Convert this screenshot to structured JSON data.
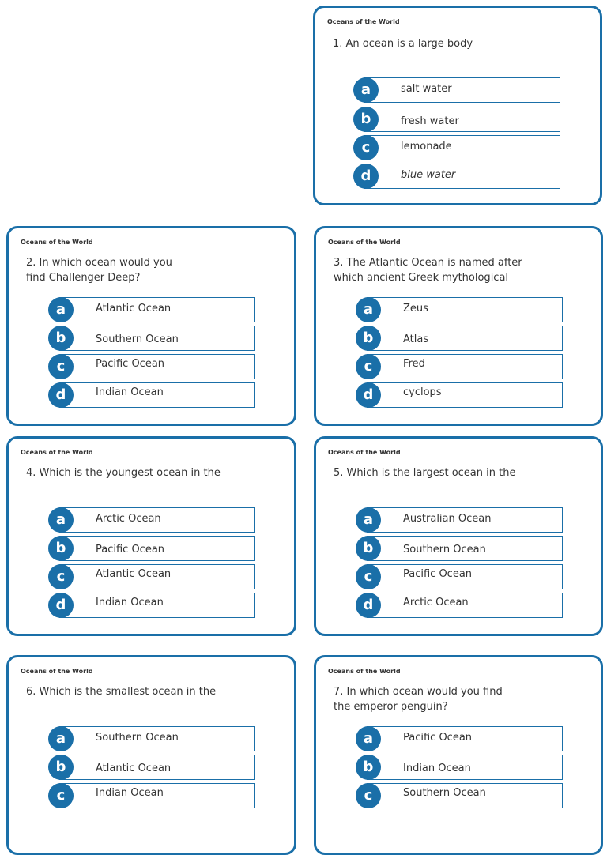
{
  "cards": [
    {
      "header": "Oceans of the World",
      "question": "1. An ocean is a large body",
      "answers": [
        {
          "letter": "a",
          "text": "salt water"
        },
        {
          "letter": "b",
          "text": "fresh water"
        },
        {
          "letter": "c",
          "text": "lemonade"
        },
        {
          "letter": "d",
          "text": "blue water"
        }
      ]
    },
    {
      "header": "Oceans of the World",
      "question": "2. In which ocean would you\n  find Challenger Deep?",
      "answers": [
        {
          "letter": "a",
          "text": "Atlantic Ocean"
        },
        {
          "letter": "b",
          "text": "Southern Ocean"
        },
        {
          "letter": "c",
          "text": "Pacific Ocean"
        },
        {
          "letter": "d",
          "text": "Indian Ocean"
        }
      ]
    },
    {
      "header": "Oceans of the World",
      "question": "3. The Atlantic Ocean is named after\n  which ancient Greek mythological",
      "answers": [
        {
          "letter": "a",
          "text": "Zeus"
        },
        {
          "letter": "b",
          "text": "Atlas"
        },
        {
          "letter": "c",
          "text": "Fred"
        },
        {
          "letter": "d",
          "text": "cyclops"
        }
      ]
    },
    {
      "header": "Oceans of the World",
      "question": "4. Which is the youngest ocean in the",
      "answers": [
        {
          "letter": "a",
          "text": "Arctic Ocean"
        },
        {
          "letter": "b",
          "text": "Pacific Ocean"
        },
        {
          "letter": "c",
          "text": "Atlantic Ocean"
        },
        {
          "letter": "d",
          "text": "Indian Ocean"
        }
      ]
    },
    {
      "header": "Oceans of the World",
      "question": "5. Which is the largest ocean in the",
      "answers": [
        {
          "letter": "a",
          "text": "Australian Ocean"
        },
        {
          "letter": "b",
          "text": "Southern Ocean"
        },
        {
          "letter": "c",
          "text": "Pacific Ocean"
        },
        {
          "letter": "d",
          "text": "Arctic Ocean"
        }
      ]
    },
    {
      "header": "Oceans of the World",
      "question": "6. Which is the smallest ocean in the",
      "answers": [
        {
          "letter": "a",
          "text": "Southern Ocean"
        },
        {
          "letter": "b",
          "text": "Atlantic Ocean"
        },
        {
          "letter": "c",
          "text": "Indian Ocean"
        }
      ]
    },
    {
      "header": "Oceans of the World",
      "question": "7. In which ocean would you find\n  the emperor penguin?",
      "answers": [
        {
          "letter": "a",
          "text": "Pacific Ocean"
        },
        {
          "letter": "b",
          "text": "Indian Ocean"
        },
        {
          "letter": "c",
          "text": "Southern Ocean"
        }
      ]
    }
  ]
}
